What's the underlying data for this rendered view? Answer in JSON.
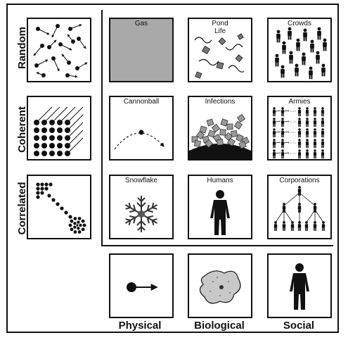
{
  "rows": [
    "Random",
    "Coherent",
    "Correlated"
  ],
  "columns": [
    "Physical",
    "Biological",
    "Social"
  ],
  "cells": [
    [
      "Gas",
      "Pond\nLife",
      "Crowds"
    ],
    [
      "Cannonball",
      "Infections",
      "Armies"
    ],
    [
      "Snowflake",
      "Humans",
      "Corporations"
    ]
  ],
  "colors": {
    "ink": "#111111",
    "gas_fill": "#a9a9a9",
    "blob_fill": "#c8c8c8"
  }
}
